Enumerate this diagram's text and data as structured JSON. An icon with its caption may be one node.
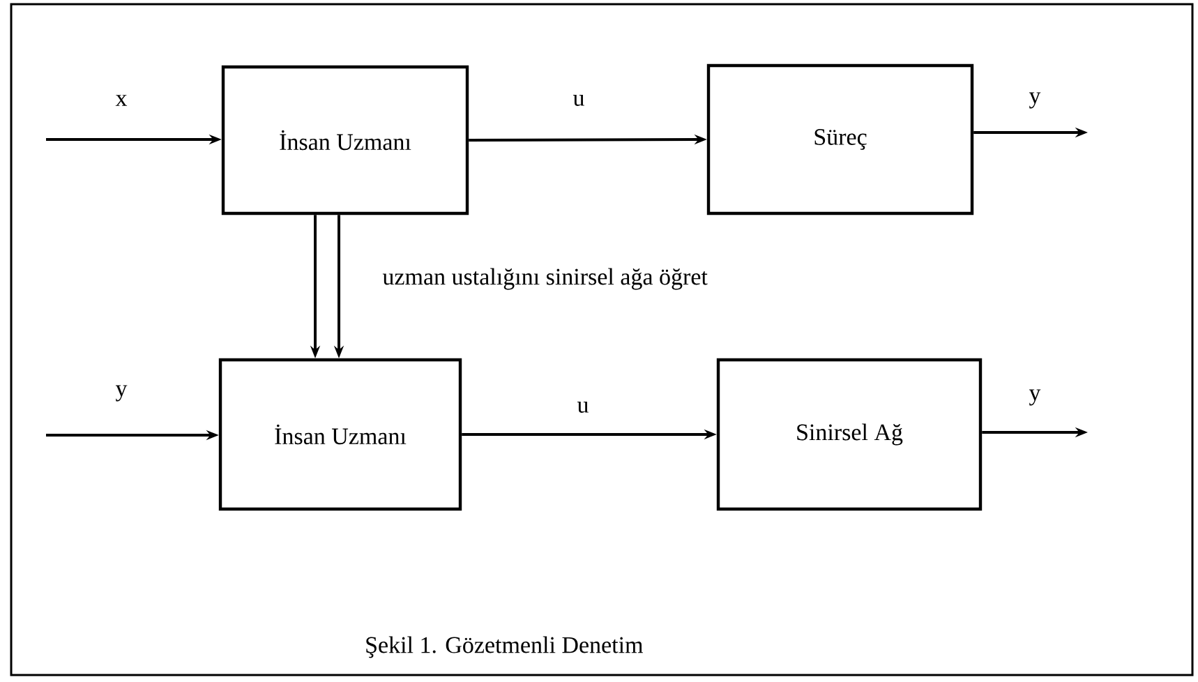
{
  "diagram": {
    "caption": "Şekil 1. Gözetmenli Denetim",
    "nodes": [
      {
        "text": [
          "İnsan Uzmanı"
        ]
      },
      {
        "text": [
          "Süreç"
        ]
      },
      {
        "text": [
          "İnsan Uzmanı"
        ]
      },
      {
        "text": [
          "Sinirsel Ağ"
        ]
      }
    ],
    "edges": [
      {
        "from": null,
        "to": 0,
        "arrow": "to",
        "label": "x"
      },
      {
        "from": 0,
        "to": 1,
        "arrow": "to",
        "label": "u"
      },
      {
        "from": 1,
        "to": null,
        "arrow": "to",
        "label": "y"
      },
      {
        "from": 0,
        "to": 2,
        "arrow": "to"
      },
      {
        "from": 0,
        "to": 2,
        "arrow": "to",
        "label": "uzman ustalığını sinirsel ağa öğret"
      },
      {
        "from": null,
        "to": 2,
        "arrow": "to",
        "label": "y"
      },
      {
        "from": 2,
        "to": 3,
        "arrow": "to",
        "label": "u"
      },
      {
        "from": 3,
        "to": null,
        "arrow": "to",
        "label": "y"
      }
    ]
  }
}
